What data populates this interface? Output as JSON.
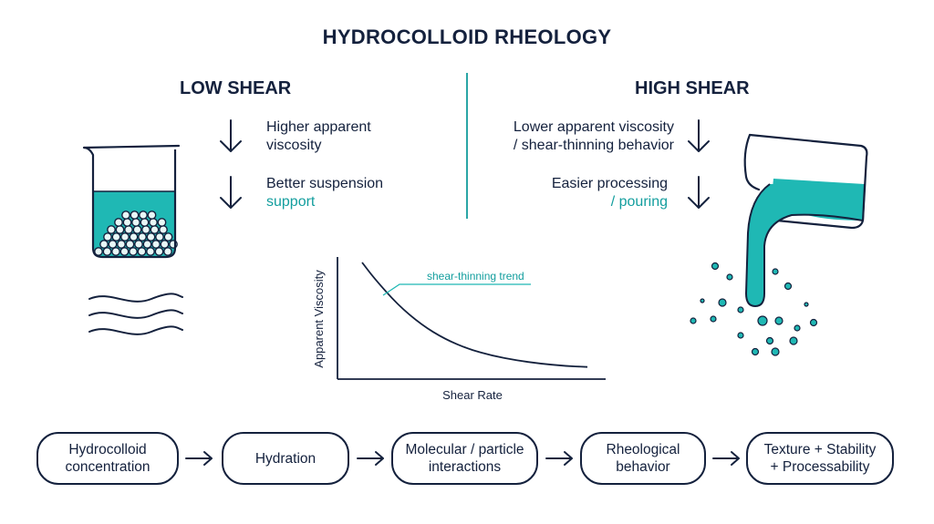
{
  "title": "HYDROCOLLOID RHEOLOGY",
  "low_shear": {
    "heading": "LOW SHEAR",
    "effect1_line1": "Higher apparent",
    "effect1_line2": "viscosity",
    "effect2_line1": "Better suspension",
    "effect2_line2": "support"
  },
  "high_shear": {
    "heading": "HIGH SHEAR",
    "effect1_line1": "Lower apparent viscosity",
    "effect1_line2": "/ shear-thinning behavior",
    "effect2_line1": "Easier processing",
    "effect2_line2": "/ pouring"
  },
  "chart_data": {
    "type": "line",
    "title": "",
    "xlabel": "Shear Rate",
    "ylabel": "Apparent Viscosity",
    "annotation": "shear-thinning trend",
    "grid": false,
    "series": [
      {
        "x": [
          0.05,
          0.1,
          0.2,
          0.3,
          0.4,
          0.5,
          0.6,
          0.7,
          0.8,
          0.9,
          1.0
        ],
        "values": [
          1.0,
          0.86,
          0.62,
          0.44,
          0.31,
          0.22,
          0.16,
          0.12,
          0.09,
          0.07,
          0.06
        ]
      }
    ]
  },
  "flow": [
    {
      "line1": "Hydrocolloid",
      "line2": "concentration"
    },
    {
      "line1": "Hydration",
      "line2": ""
    },
    {
      "line1": "Molecular / particle",
      "line2": "interactions"
    },
    {
      "line1": "Rheological",
      "line2": "behavior"
    },
    {
      "line1": "Texture + Stability",
      "line2": "+ Processability"
    }
  ],
  "colors": {
    "ink": "#14213d",
    "teal": "#1fb8b4",
    "teal_text": "#139e9e"
  }
}
